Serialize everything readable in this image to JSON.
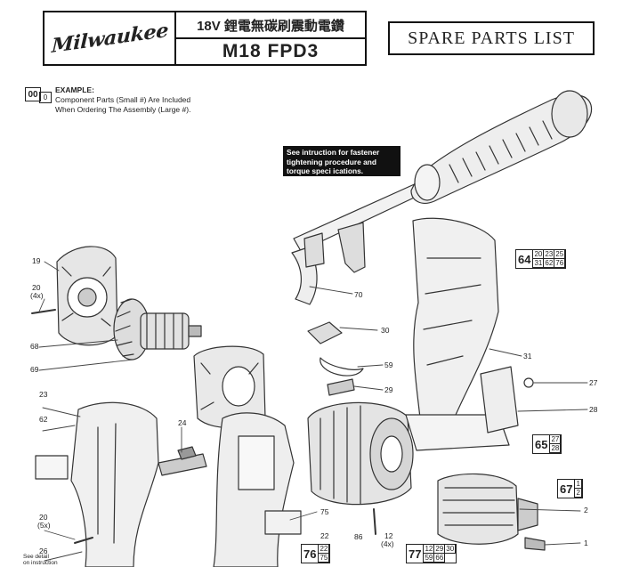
{
  "header": {
    "brand": "Milwaukee",
    "title_cn": "18V 鋰電無碳刷震動電鑽",
    "model": "M18 FPD3",
    "doc_title": "SPARE PARTS LIST"
  },
  "example": {
    "big": "00",
    "small": "0",
    "title": "EXAMPLE:",
    "desc1": "Component Parts (Small #) Are Included",
    "desc2": "When Ordering The Assembly (Large #)."
  },
  "note": {
    "line1": "See intruction for fastener",
    "line2": "tightening procedure and",
    "line3": "torque speci ications."
  },
  "footnote": {
    "line1": "See detail",
    "line2": "on instruction"
  },
  "part_labels": [
    {
      "num": "19"
    },
    {
      "num": "20",
      "sub": "(4x)"
    },
    {
      "num": "68"
    },
    {
      "num": "69"
    },
    {
      "num": "23"
    },
    {
      "num": "62"
    },
    {
      "num": "24"
    },
    {
      "num": "20",
      "sub": "(5x)"
    },
    {
      "num": "26"
    },
    {
      "num": "70"
    },
    {
      "num": "30"
    },
    {
      "num": "59"
    },
    {
      "num": "29"
    },
    {
      "num": "31"
    },
    {
      "num": "27"
    },
    {
      "num": "28"
    },
    {
      "num": "75"
    },
    {
      "num": "22"
    },
    {
      "num": "86"
    },
    {
      "num": "12",
      "sub": "(4x)"
    },
    {
      "num": "2"
    },
    {
      "num": "1"
    }
  ],
  "assemblies": [
    {
      "num": "64",
      "parts": [
        "20",
        "23",
        "25",
        "31",
        "62",
        "76"
      ]
    },
    {
      "num": "65",
      "parts": [
        "27",
        "28"
      ]
    },
    {
      "num": "67",
      "parts": [
        "1",
        "2"
      ]
    },
    {
      "num": "76",
      "parts": [
        "22",
        "75"
      ]
    },
    {
      "num": "77",
      "parts": [
        "12",
        "29",
        "30",
        "59",
        "66"
      ]
    }
  ]
}
